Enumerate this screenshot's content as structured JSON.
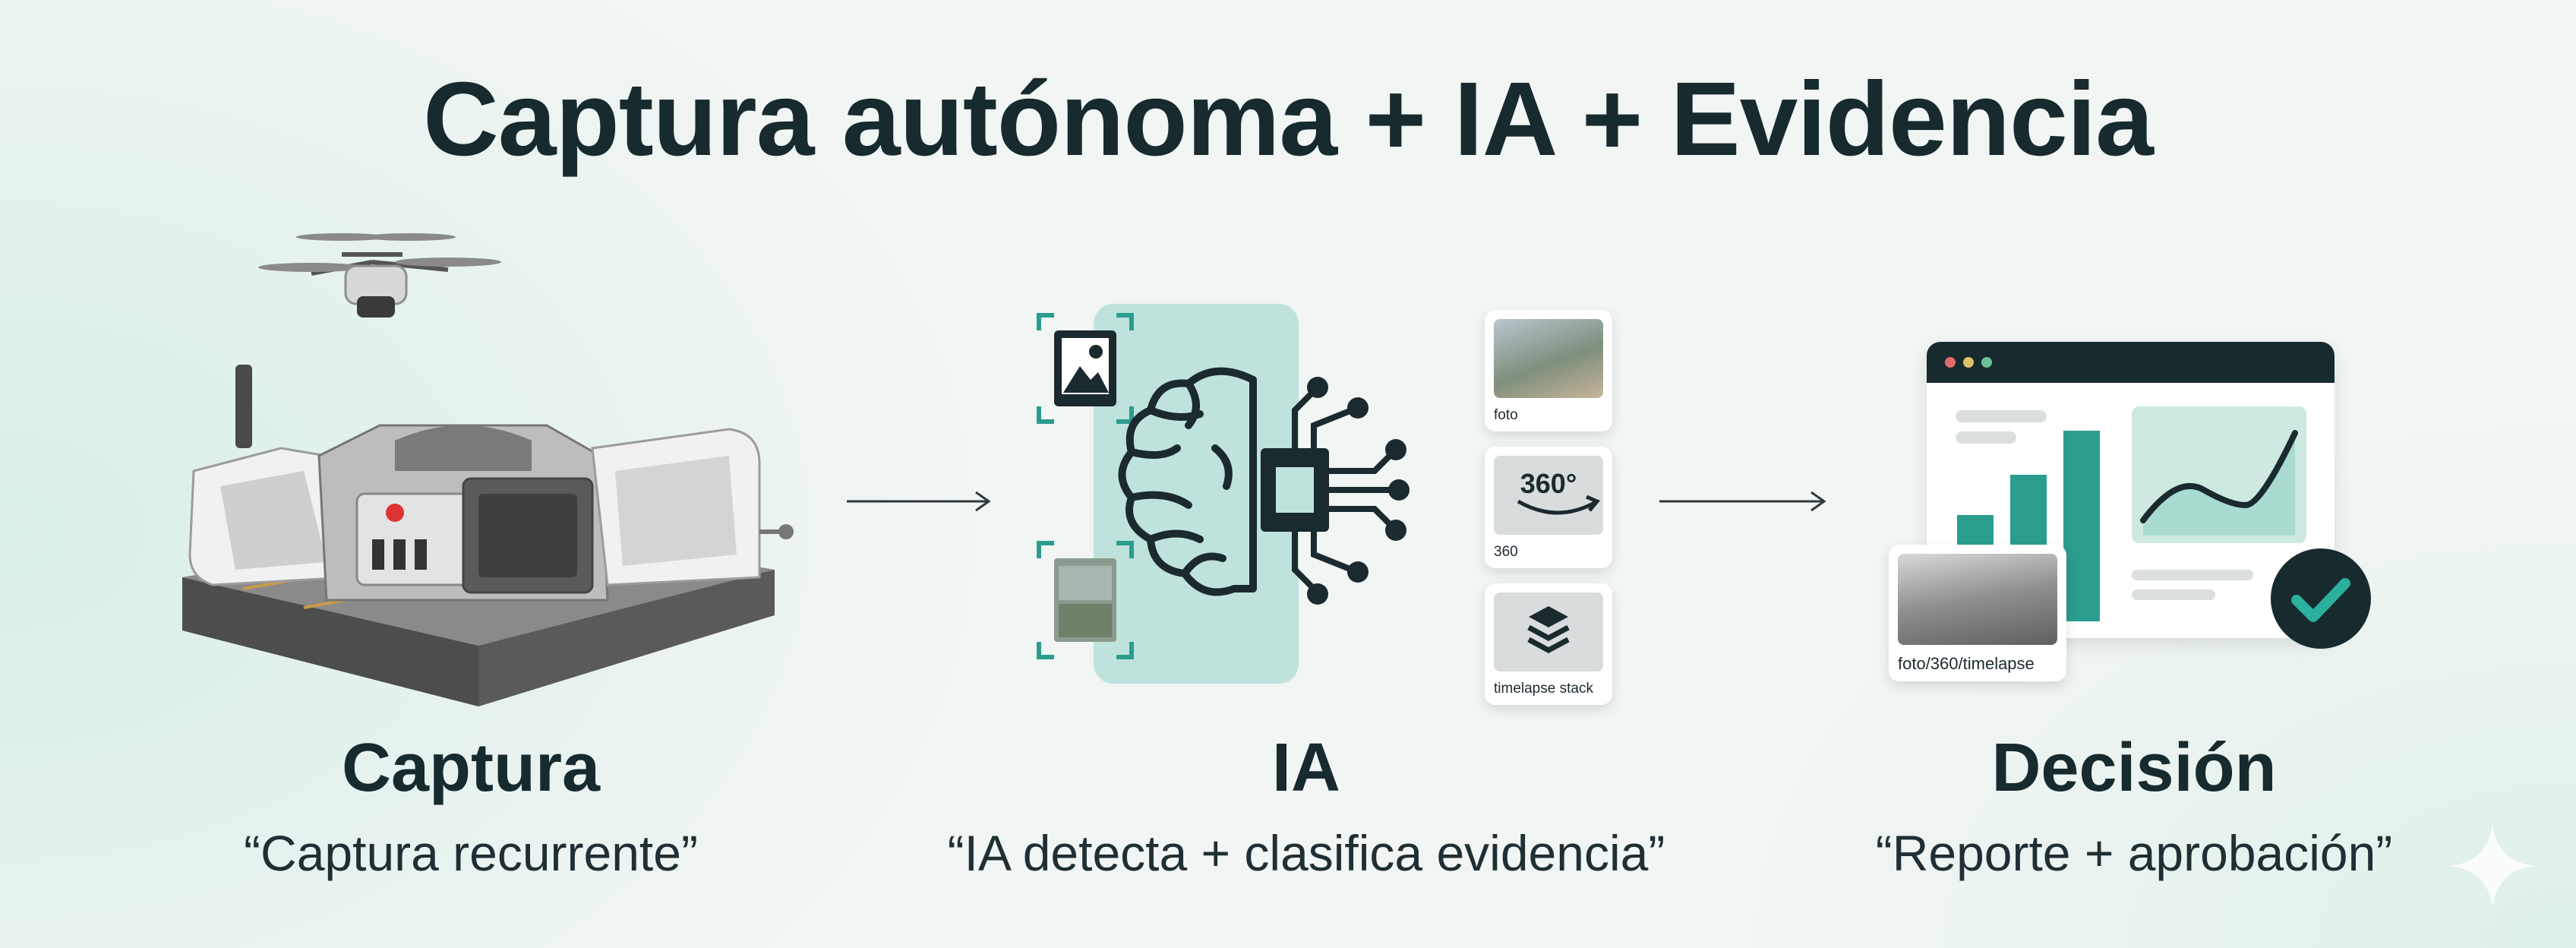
{
  "title": "Captura autónoma + IA + Evidencia",
  "steps": [
    {
      "label": "Captura",
      "subtitle": "“Captura recurrente”"
    },
    {
      "label": "IA",
      "subtitle": "“IA detecta + clasifica evidencia”"
    },
    {
      "label": "Decisión",
      "subtitle": "“Reporte + aprobación”"
    }
  ],
  "evidence_types": [
    {
      "caption": "foto"
    },
    {
      "caption": "360",
      "badge": "360°"
    },
    {
      "caption": "timelapse stack"
    }
  ],
  "report_card": {
    "caption": "foto/360/timelapse"
  },
  "colors": {
    "accent": "#2a9d8f",
    "accent_light": "#bfe3dc",
    "dark": "#172a2e"
  },
  "icons": [
    "drone-icon",
    "docking-station-icon",
    "image-icon",
    "brain-icon",
    "circuit-chip-icon",
    "layers-icon",
    "checkmark-icon",
    "sparkle-icon"
  ]
}
